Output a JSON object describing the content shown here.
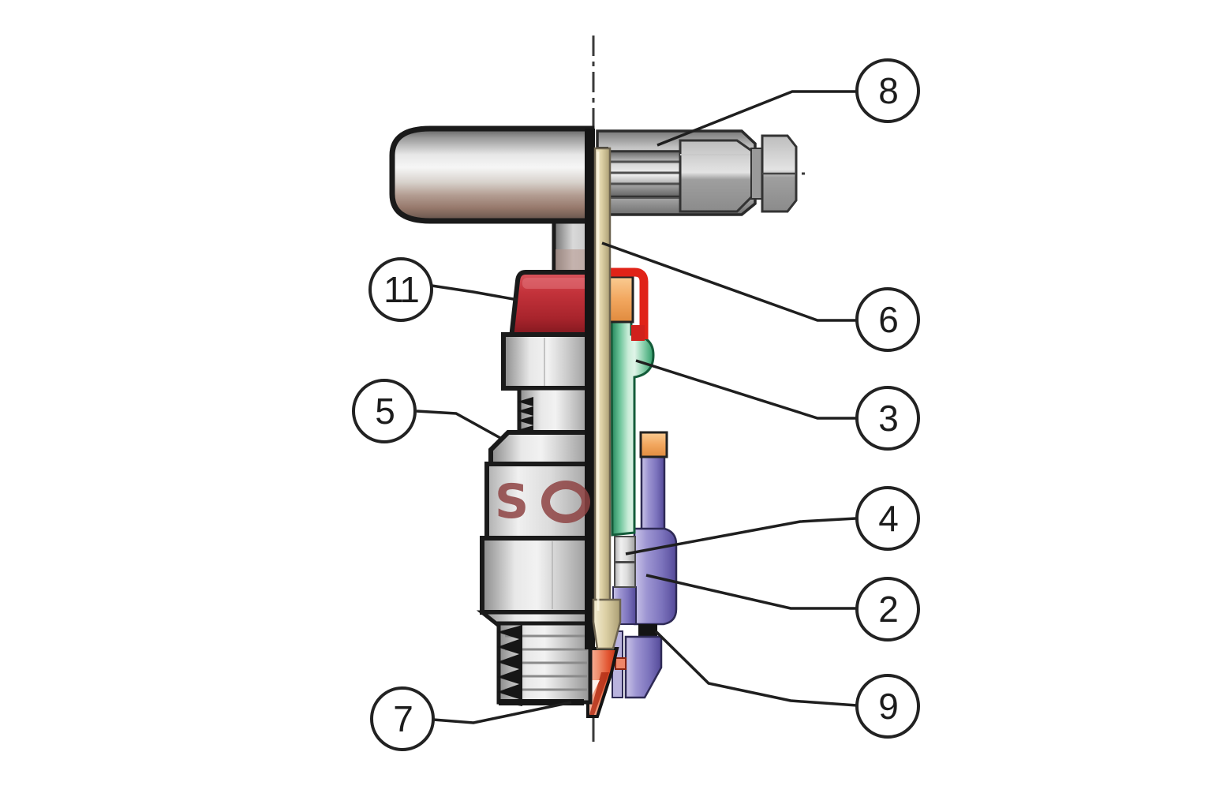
{
  "diagram": {
    "kind": "sectioned-valve-cutaway",
    "marking": {
      "letter_s": "S",
      "letter_o": "O"
    },
    "callouts": {
      "c2": {
        "label": "2"
      },
      "c3": {
        "label": "3"
      },
      "c4": {
        "label": "4"
      },
      "c5": {
        "label": "5"
      },
      "c6": {
        "label": "6"
      },
      "c7": {
        "label": "7"
      },
      "c8": {
        "label": "8"
      },
      "c9": {
        "label": "9"
      },
      "c11": {
        "label": "11"
      }
    },
    "colors": {
      "cap_red": "#c02d35",
      "section_ring_red": "#e02318",
      "orange": "#ef9d4f",
      "green": "#3fae7e",
      "purple": "#7d74bd",
      "tan": "#dcd0a4",
      "nozzle_red": "#e2502f",
      "metal_light": "#e8e8e8",
      "metal_dark": "#6f6f6f",
      "outline": "#1a1a1a",
      "logo_red": "#8f4444"
    }
  }
}
